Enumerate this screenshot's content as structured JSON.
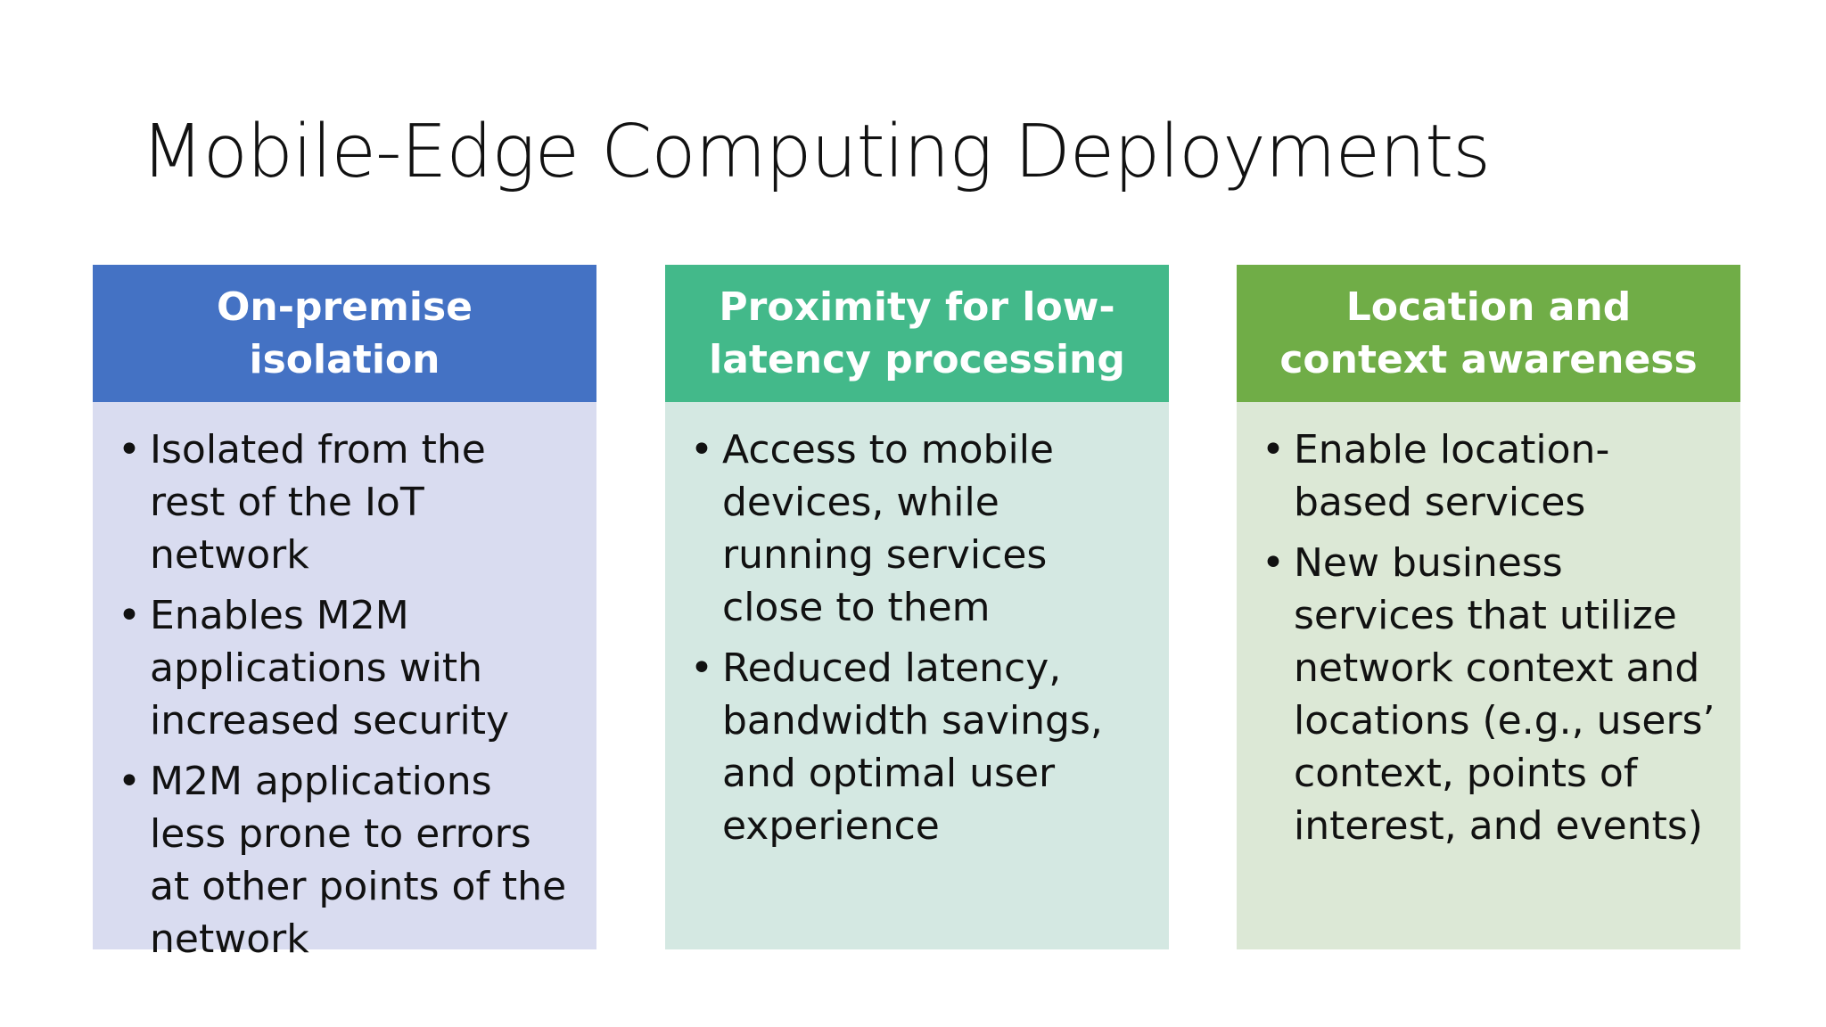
{
  "slide": {
    "title": "Mobile-Edge Computing Deployments"
  },
  "colors": {
    "card1_header": "#4472C4",
    "card1_body": "#D9DCF0",
    "card2_header": "#43B98A",
    "card2_body": "#D4E8E2",
    "card3_header": "#70AD47",
    "card3_body": "#DCE8D6",
    "bullet_char": "•"
  },
  "cards": [
    {
      "header": "On-premise isolation",
      "bullets": [
        "Isolated from the rest of the IoT network",
        "Enables M2M applications with increased security",
        "M2M applications less prone to errors at other points of the network"
      ]
    },
    {
      "header": "Proximity for low-latency processing",
      "bullets": [
        "Access to mobile devices, while running services close to them",
        "Reduced latency, bandwidth savings, and optimal user experience"
      ]
    },
    {
      "header": "Location and context awareness",
      "bullets": [
        "Enable location-based services",
        "New business services that utilize network context and locations (e.g., users’ context, points of interest, and events)"
      ]
    }
  ]
}
